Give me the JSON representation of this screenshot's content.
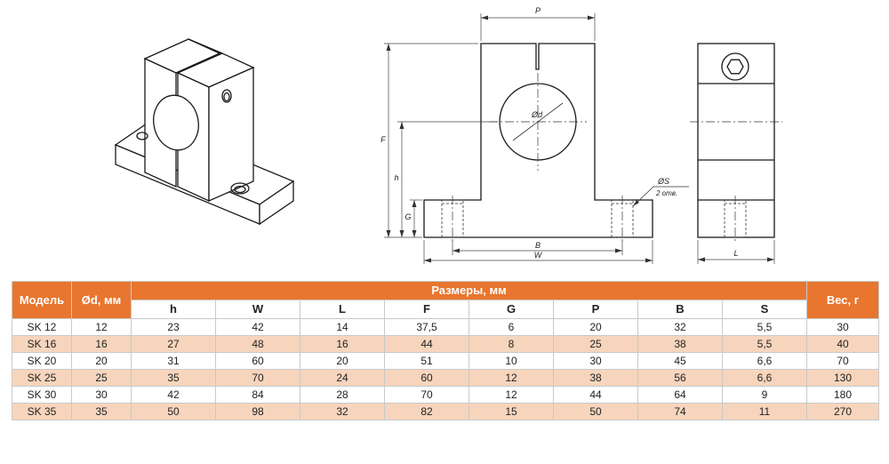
{
  "drawing": {
    "front_view": {
      "dim_p": "P",
      "dim_f": "F",
      "dim_h": "h",
      "dim_g": "G",
      "dim_b": "B",
      "dim_w": "W",
      "bore_label": "Ød",
      "hole_label": "ØS",
      "hole_count": "2 отв."
    },
    "side_view": {
      "dim_l": "L"
    }
  },
  "table": {
    "headers": {
      "model": "Модель",
      "diameter": "Ød, мм",
      "dimensions": "Размеры, мм",
      "weight": "Вес, г"
    },
    "sub_headers": [
      "h",
      "W",
      "L",
      "F",
      "G",
      "P",
      "B",
      "S"
    ],
    "rows": [
      [
        "SK 12",
        "12",
        "23",
        "42",
        "14",
        "37,5",
        "6",
        "20",
        "32",
        "5,5",
        "30"
      ],
      [
        "SK 16",
        "16",
        "27",
        "48",
        "16",
        "44",
        "8",
        "25",
        "38",
        "5,5",
        "40"
      ],
      [
        "SK 20",
        "20",
        "31",
        "60",
        "20",
        "51",
        "10",
        "30",
        "45",
        "6,6",
        "70"
      ],
      [
        "SK 25",
        "25",
        "35",
        "70",
        "24",
        "60",
        "12",
        "38",
        "56",
        "6,6",
        "130"
      ],
      [
        "SK 30",
        "30",
        "42",
        "84",
        "28",
        "70",
        "12",
        "44",
        "64",
        "9",
        "180"
      ],
      [
        "SK 35",
        "35",
        "50",
        "98",
        "32",
        "82",
        "15",
        "50",
        "74",
        "11",
        "270"
      ]
    ]
  },
  "colors": {
    "header_orange": "#e8762f",
    "row_stripe": "#f7d5bd"
  }
}
